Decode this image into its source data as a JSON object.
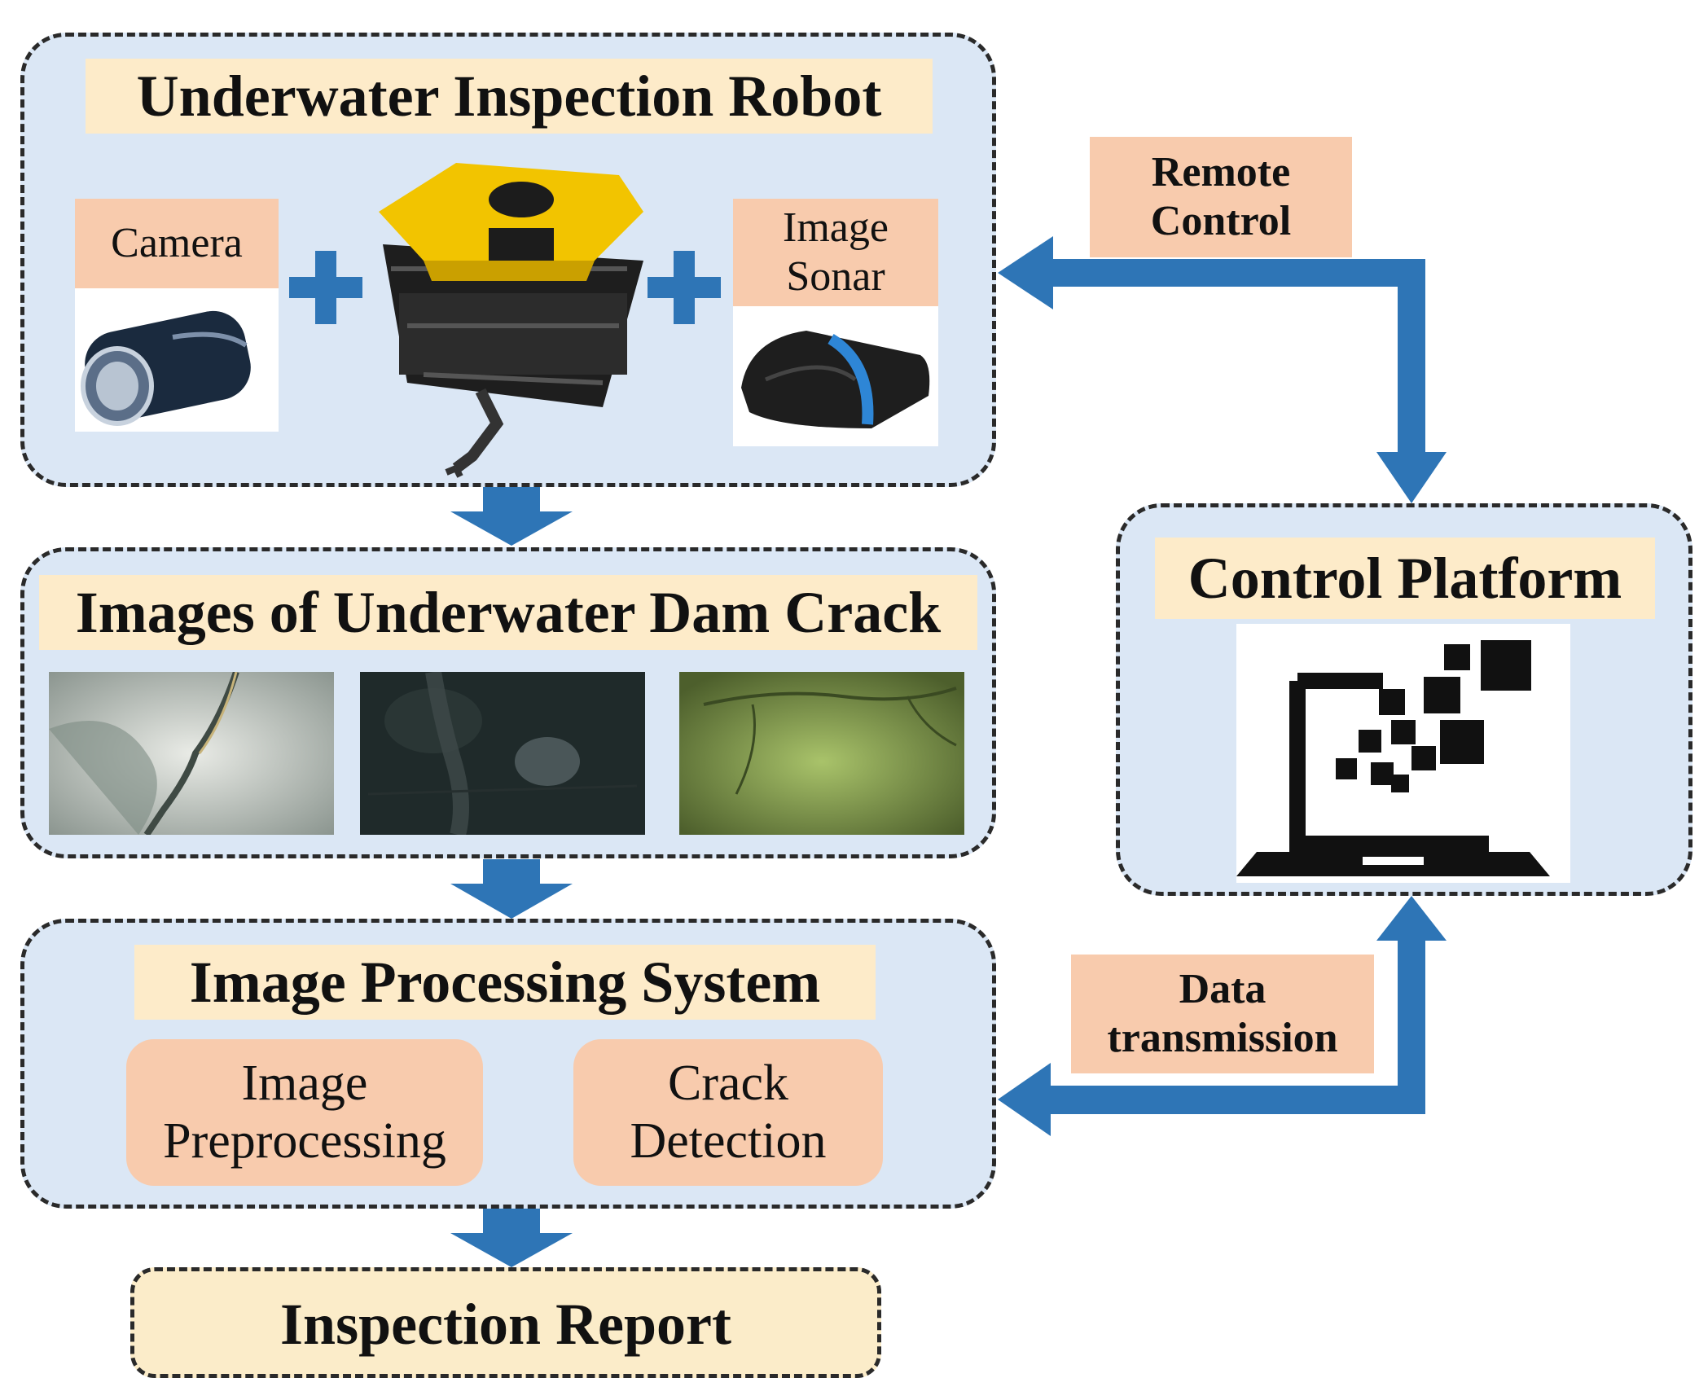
{
  "robot": {
    "title": "Underwater Inspection Robot",
    "camera_label": "Camera",
    "sonar_label": [
      "Image",
      "Sonar"
    ]
  },
  "images": {
    "title": "Images of Underwater Dam Crack"
  },
  "processing": {
    "title": "Image Processing System",
    "step1": [
      "Image",
      "Preprocessing"
    ],
    "step2": [
      "Crack",
      "Detection"
    ]
  },
  "report": {
    "title": "Inspection Report"
  },
  "platform": {
    "title": "Control Platform"
  },
  "links": {
    "remote_control": [
      "Remote",
      "Control"
    ],
    "data_transmission": [
      "Data",
      "transmission"
    ]
  },
  "colors": {
    "arrow": "#2e75b6",
    "panel_fill": "#dbe7f5",
    "title_fill": "#fdebc9",
    "label_fill": "#f8cbad"
  }
}
